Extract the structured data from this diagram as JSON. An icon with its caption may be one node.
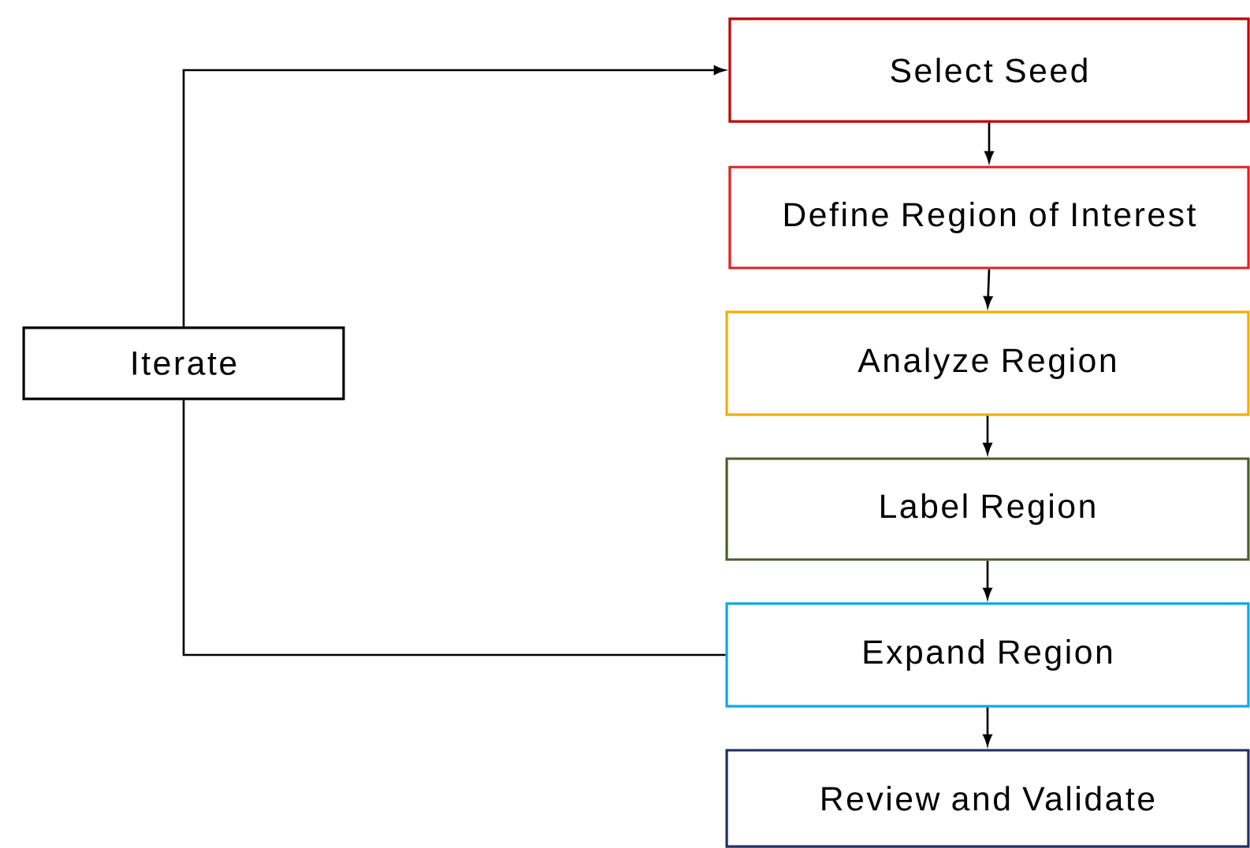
{
  "diagram": {
    "nodes": [
      {
        "text": [
          "Select Seed"
        ]
      },
      {
        "text": [
          "Define Region of Interest"
        ]
      },
      {
        "text": [
          "Analyze Region"
        ]
      },
      {
        "text": [
          "Label Region"
        ]
      },
      {
        "text": [
          "Expand Region"
        ]
      },
      {
        "text": [
          "Review and Validate"
        ]
      },
      {
        "text": [
          "Iterate"
        ]
      }
    ],
    "edges": [
      {
        "from": 0,
        "to": 1,
        "arrow": "to"
      },
      {
        "from": 1,
        "to": 2,
        "arrow": "to"
      },
      {
        "from": 2,
        "to": 3,
        "arrow": "to"
      },
      {
        "from": 3,
        "to": 4,
        "arrow": "to"
      },
      {
        "from": 4,
        "to": 5,
        "arrow": "to"
      },
      {
        "from": 4,
        "to": 6,
        "arrow": "none"
      },
      {
        "from": 6,
        "to": 0,
        "arrow": "to"
      }
    ]
  }
}
